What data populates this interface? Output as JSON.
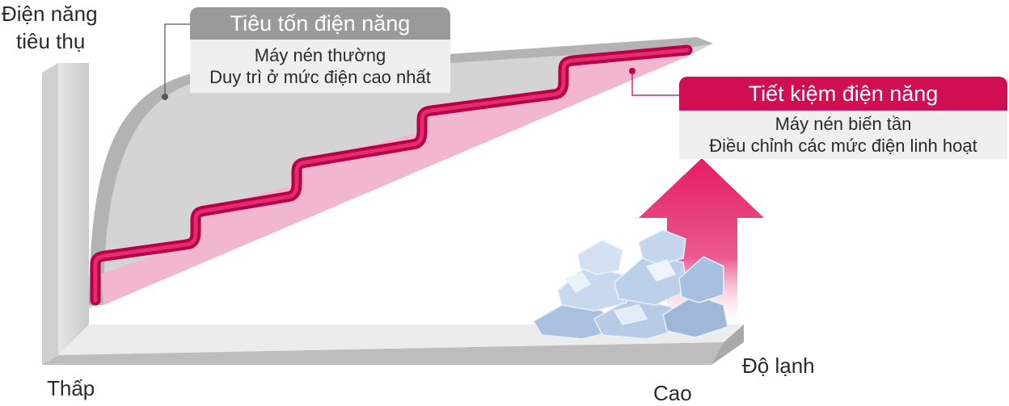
{
  "y_axis_label_line1": "Điện năng",
  "y_axis_label_line2": "tiêu thụ",
  "x_axis_label": "Độ lạnh",
  "x_low_label": "Thấp",
  "x_high_label": "Cao",
  "consumption_box": {
    "title": "Tiêu tốn điện năng",
    "line1": "Máy nén thường",
    "line2": "Duy trì ở mức điện cao nhất"
  },
  "saving_box": {
    "title": "Tiết kiệm điện năng",
    "line1": "Máy nén biến tần",
    "line2": "Điều chỉnh các mức điện linh hoạt"
  },
  "colors": {
    "grey_area": "#d4d4d4",
    "pink_area": "#f3b6cf",
    "stair_line": "#b8004a",
    "gray_header": "#9a9a9a",
    "crimson_header": "#cf0f52",
    "arrow": "#e41c63",
    "ice": "#bfd2ea"
  },
  "icons": [
    "ice-cubes-icon",
    "up-arrow-icon"
  ]
}
